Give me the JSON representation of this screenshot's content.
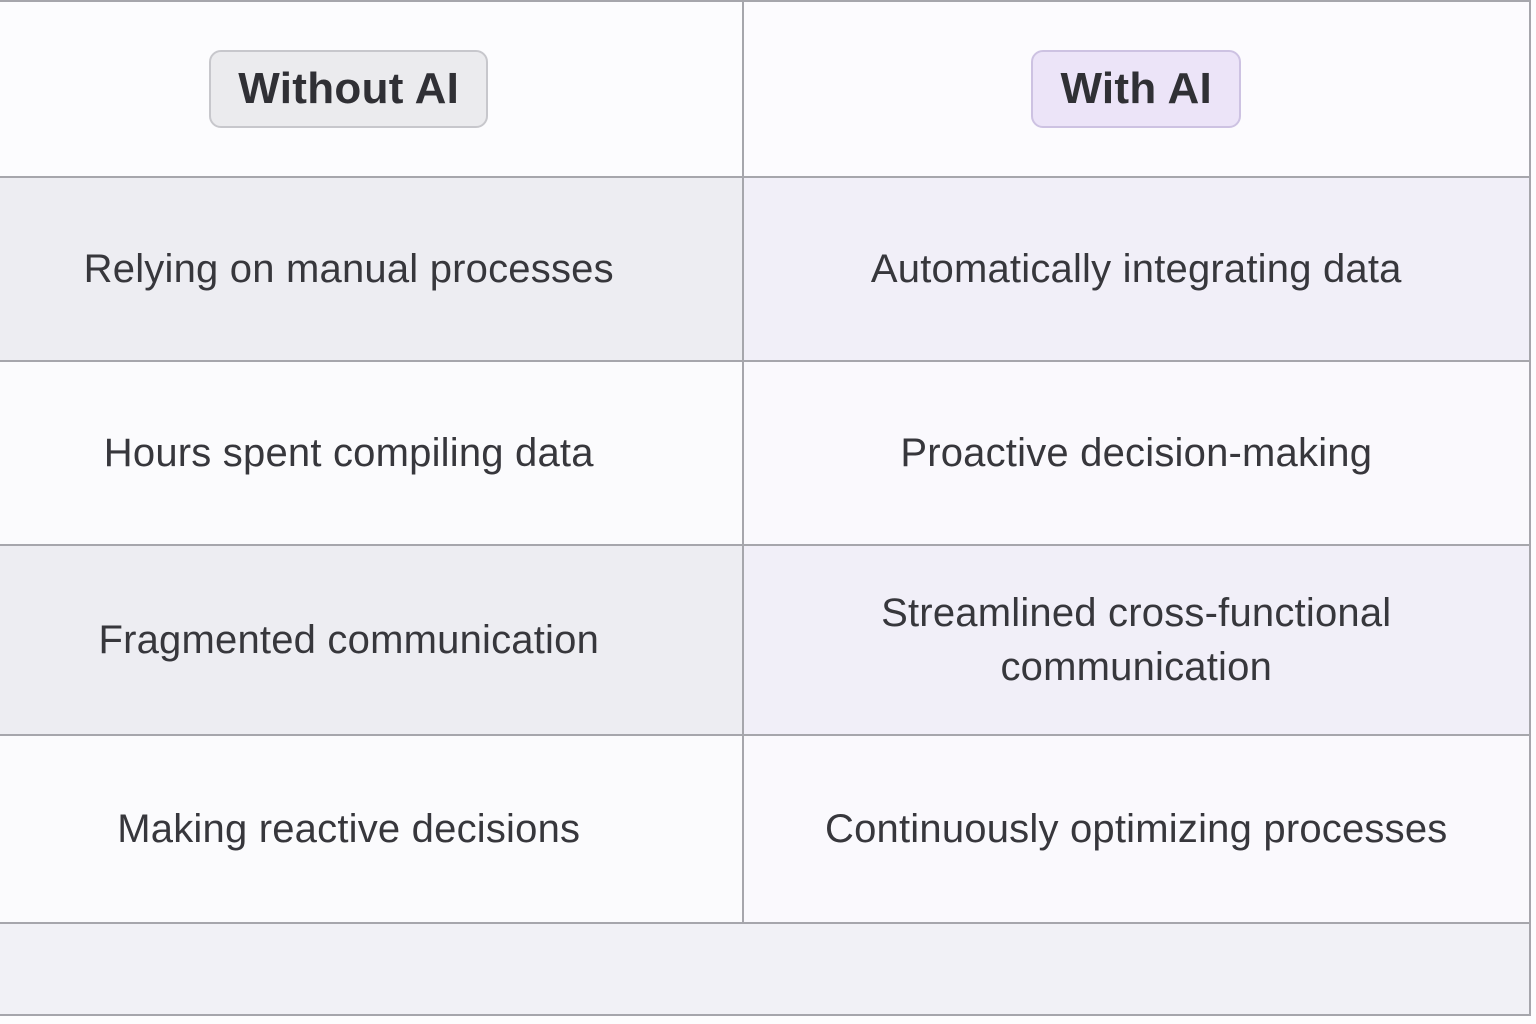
{
  "comparison": {
    "without": {
      "header": "Without AI",
      "rows": [
        "Relying on manual processes",
        "Hours spent compiling data",
        "Fragmented communication",
        "Making reactive decisions"
      ]
    },
    "with": {
      "header": "With AI",
      "rows": [
        "Automatically integrating data",
        "Proactive decision-making",
        "Streamlined cross-functional communication",
        "Continuously optimizing processes"
      ]
    },
    "colors": {
      "without_badge_bg": "#ebebee",
      "without_badge_border": "#c7c7cc",
      "with_badge_bg": "#ece4f8",
      "with_badge_border": "#cdc2e2",
      "row_odd_left_bg": "#ededf2",
      "row_odd_right_bg": "#f1eff8",
      "row_even_left_bg": "#fbfbfd",
      "row_even_right_bg": "#faf9fd",
      "footer_bg": "#f1f1f6",
      "grid_border": "#a6a6ac",
      "text": "#37373c"
    }
  }
}
